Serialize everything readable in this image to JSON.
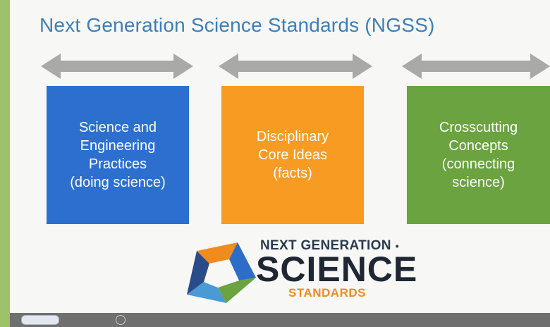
{
  "title": "Next Generation Science Standards (NGSS)",
  "boxes": [
    {
      "text": "Science and\nEngineering\nPractices\n(doing science)",
      "color": "#2c6fcf"
    },
    {
      "text": "Disciplinary\nCore Ideas\n(facts)",
      "color": "#f79b22"
    },
    {
      "text": "Crosscutting\nConcepts\n(connecting\nscience)",
      "color": "#6aa33f"
    }
  ],
  "arrow_color": "#a9a9a9",
  "logo": {
    "line1": "NEXT GENERATION",
    "line2": "SCIENCE",
    "line3": "STANDARDS"
  },
  "icons": {
    "logo_mark": "ngss-triangle-logo-icon",
    "double_arrow": "double-arrow-icon"
  }
}
